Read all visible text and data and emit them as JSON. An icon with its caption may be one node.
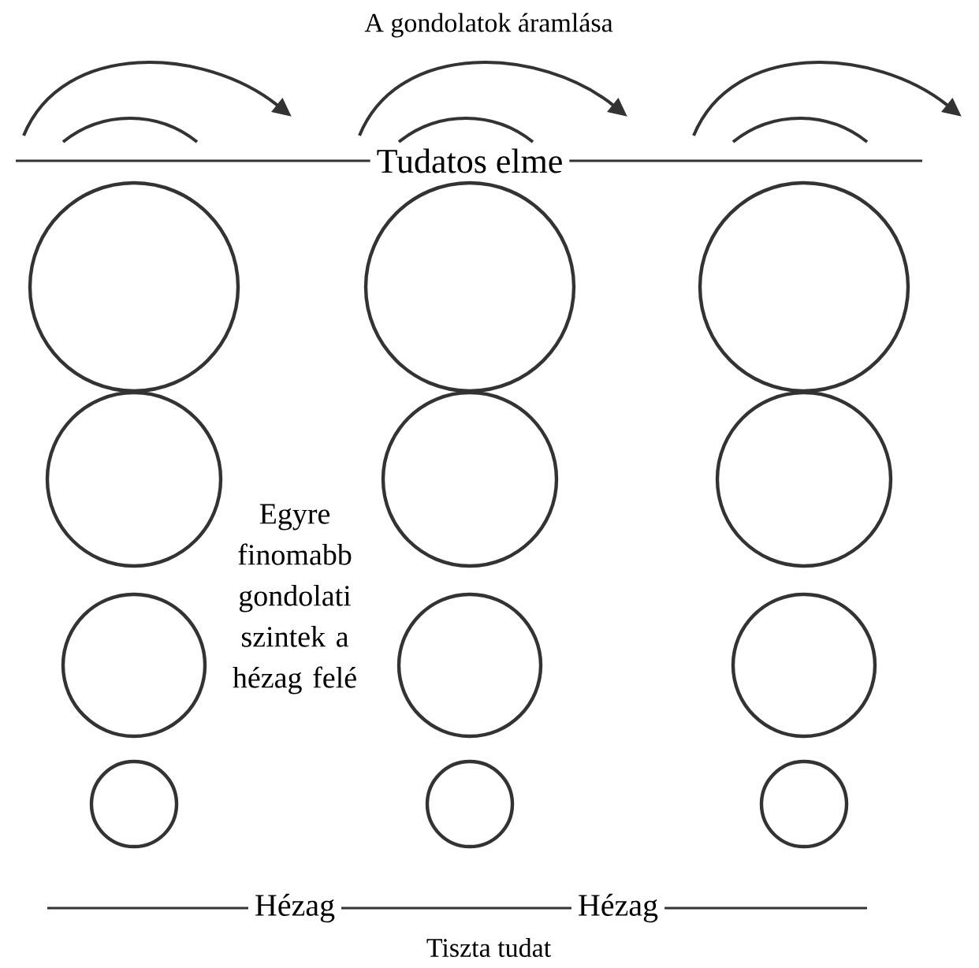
{
  "diagram": {
    "title": "A gondolatok áramlása",
    "nodes": [
      {
        "text": [],
        "shape": "circle"
      },
      {
        "text": [],
        "shape": "circle"
      },
      {
        "text": [],
        "shape": "circle"
      },
      {
        "text": [],
        "shape": "circle"
      },
      {
        "text": [],
        "shape": "circle"
      },
      {
        "text": [],
        "shape": "circle"
      },
      {
        "text": [],
        "shape": "circle"
      },
      {
        "text": [],
        "shape": "circle"
      },
      {
        "text": [],
        "shape": "circle"
      },
      {
        "text": [],
        "shape": "circle"
      },
      {
        "text": [],
        "shape": "circle"
      },
      {
        "text": [],
        "shape": "circle"
      }
    ],
    "labels": [
      "Tudatos elme",
      "Egyre finomabb gondolati szintek a hézag felé",
      "Hézag",
      "Hézag",
      "Tiszta tudat"
    ]
  }
}
